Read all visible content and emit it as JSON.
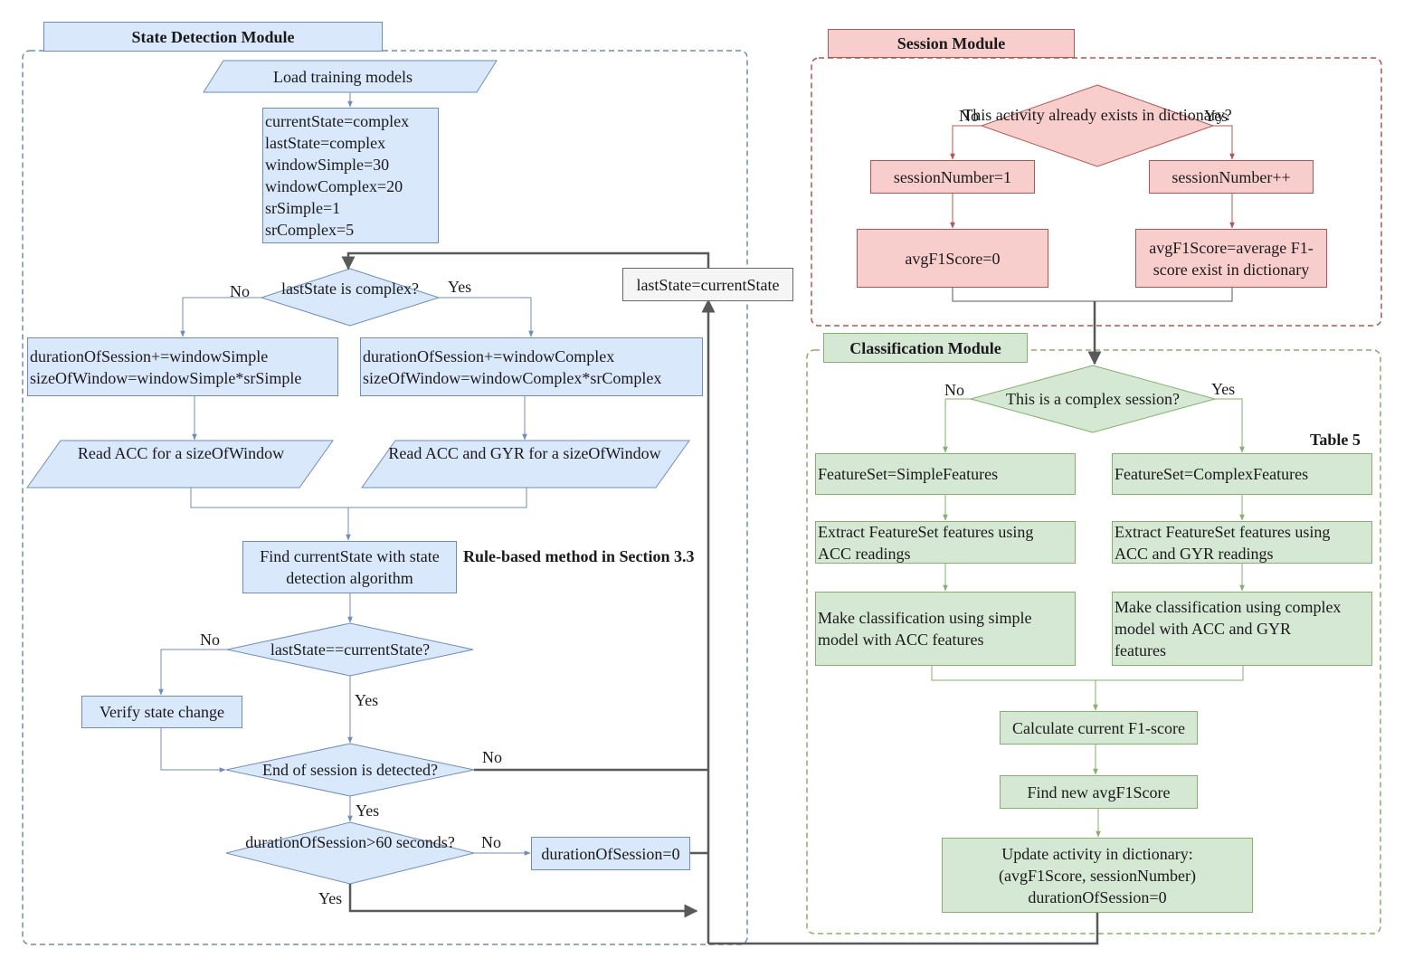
{
  "modules": {
    "state_detection": "State Detection Module",
    "session": "Session Module",
    "classification": "Classification Module"
  },
  "state_detection": {
    "load_models": "Load training models",
    "init_block": "currentState=complex\nlastState=complex\nwindowSimple=30\nwindowComplex=20\nsrSimple=1\nsrComplex=5",
    "laststate_complex": "lastState is\ncomplex?",
    "duration_simple": "durationOfSession+=windowSimple\nsizeOfWindow=windowSimple*srSimple",
    "duration_complex": "durationOfSession+=windowComplex\nsizeOfWindow=windowComplex*srComplex",
    "read_acc": "Read ACC\nfor a sizeOfWindow",
    "read_acc_gyr": "Read ACC and GYR\nfor a sizeOfWindow",
    "find_state": "Find currentState with state\ndetection algorithm",
    "rule_note": "Rule-based method\nin Section 3.3",
    "state_equal": "lastState==currentState?",
    "verify": "Verify state change",
    "end_session": "End of session is detected?",
    "duration_check": "durationOfSession>60\nseconds?",
    "duration_reset": "durationOfSession=0",
    "laststate_update": "lastState=currentState"
  },
  "session": {
    "activity_exists": "This activity already\nexists in dictionary?",
    "session_one": "sessionNumber=1",
    "session_inc": "sessionNumber++",
    "avg_zero": "avgF1Score=0",
    "avg_existing": "avgF1Score=average F1-\nscore exist in dictionary"
  },
  "classification": {
    "is_complex": "This is a complex session?",
    "table_note": "Table 5",
    "feature_simple": "FeatureSet=SimpleFeatures",
    "feature_complex": "FeatureSet=ComplexFeatures",
    "extract_simple": "Extract FeatureSet features using\nACC readings",
    "extract_complex": "Extract FeatureSet features using\nACC and GYR readings",
    "classify_simple": "Make classification using simple\nmodel with ACC features",
    "classify_complex": "Make classification using complex\nmodel with ACC and GYR\nfeatures",
    "calc_f1": "Calculate current F1-score",
    "find_avg": "Find new avgF1Score",
    "update_dict": "Update activity in dictionary:\n(avgF1Score, sessionNumber)\ndurationOfSession=0"
  },
  "edge_labels": {
    "no": "No",
    "yes": "Yes"
  },
  "colors": {
    "blue_fill": "#dae8fc",
    "blue_stroke": "#6c8ebf",
    "red_fill": "#f8cecc",
    "red_stroke": "#b85450",
    "green_fill": "#d5e8d4",
    "green_stroke": "#82b366",
    "dark_line": "#595959"
  }
}
